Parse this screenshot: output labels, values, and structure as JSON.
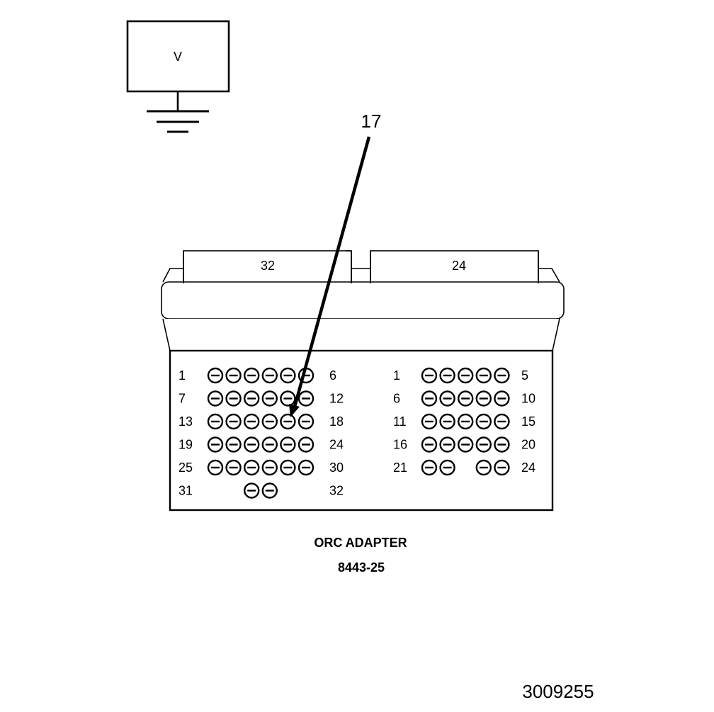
{
  "meter": {
    "label": "V"
  },
  "callout": {
    "label": "17"
  },
  "connectors": {
    "left_header": "32",
    "right_header": "24"
  },
  "left_block": {
    "rows": [
      {
        "start": "1",
        "end": "6",
        "pins": [
          1,
          2,
          3,
          4,
          5,
          6
        ]
      },
      {
        "start": "7",
        "end": "12",
        "pins": [
          1,
          2,
          3,
          4,
          5,
          6
        ]
      },
      {
        "start": "13",
        "end": "18",
        "pins": [
          1,
          2,
          3,
          4,
          5,
          6
        ]
      },
      {
        "start": "19",
        "end": "24",
        "pins": [
          1,
          2,
          3,
          4,
          5,
          6
        ]
      },
      {
        "start": "25",
        "end": "30",
        "pins": [
          1,
          2,
          3,
          4,
          5,
          6
        ]
      },
      {
        "start": "31",
        "end": "32",
        "pins": [
          3,
          4
        ]
      }
    ]
  },
  "right_block": {
    "rows": [
      {
        "start": "1",
        "end": "5",
        "pins": [
          1,
          2,
          3,
          4,
          5
        ]
      },
      {
        "start": "6",
        "end": "10",
        "pins": [
          1,
          2,
          3,
          4,
          5
        ]
      },
      {
        "start": "11",
        "end": "15",
        "pins": [
          1,
          2,
          3,
          4,
          5
        ]
      },
      {
        "start": "16",
        "end": "20",
        "pins": [
          1,
          2,
          3,
          4,
          5
        ]
      },
      {
        "start": "21",
        "end": "24",
        "pins": [
          1,
          2,
          4,
          5
        ]
      }
    ]
  },
  "caption": {
    "title": "ORC ADAPTER",
    "part_number": "8443-25"
  },
  "figure_id": "3009255"
}
